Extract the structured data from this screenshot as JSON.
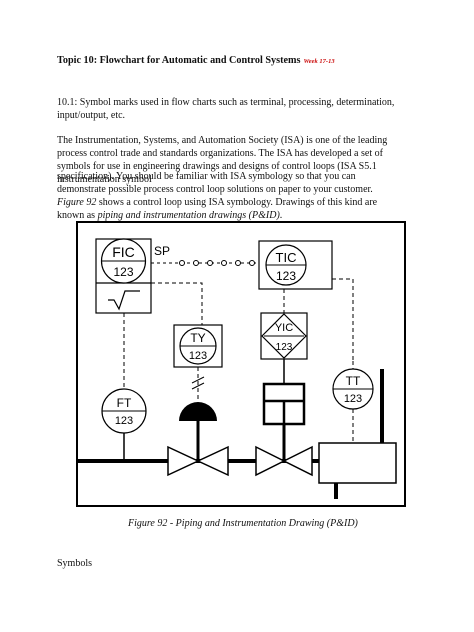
{
  "topic": {
    "title": "Topic 10: Flowchart for Automatic and Control Systems",
    "week": "Week 17-13"
  },
  "paragraphs": {
    "p1": "10.1: Symbol marks used in flow charts such as terminal, processing, determination, input/output, etc.",
    "p2": "The Instrumentation, Systems, and Automation Society (ISA) is one of the leading process control trade and standards organizations. The ISA has developed a set of symbols for use in engineering drawings and designs of control loops (ISA S5.1 instrumentation symbol",
    "p3_a": "specification). You should be familiar with ISA symbology so that you can demonstrate possible process control loop solutions on paper to your customer. ",
    "p3_fig": "Figure 92",
    "p3_b": " shows a control loop using ISA symbology. Drawings of this kind are known as ",
    "p3_term": "piping and instrumentation drawings (P&ID)",
    "p3_end": "."
  },
  "diagram": {
    "fic_tag": "FIC",
    "fic_num": "123",
    "sp_label": "SP",
    "tic_tag": "TIC",
    "tic_num": "123",
    "ty_tag": "TY",
    "ty_num": "123",
    "yic_tag": "YIC",
    "yic_num": "123",
    "tt_tag": "TT",
    "tt_num": "123",
    "ft_tag": "FT",
    "ft_num": "123",
    "sqrt_icon": "square-root-function-icon"
  },
  "caption": "Figure 92 - Piping and Instrumentation Drawing (P&ID)",
  "symbols_heading": "Symbols"
}
